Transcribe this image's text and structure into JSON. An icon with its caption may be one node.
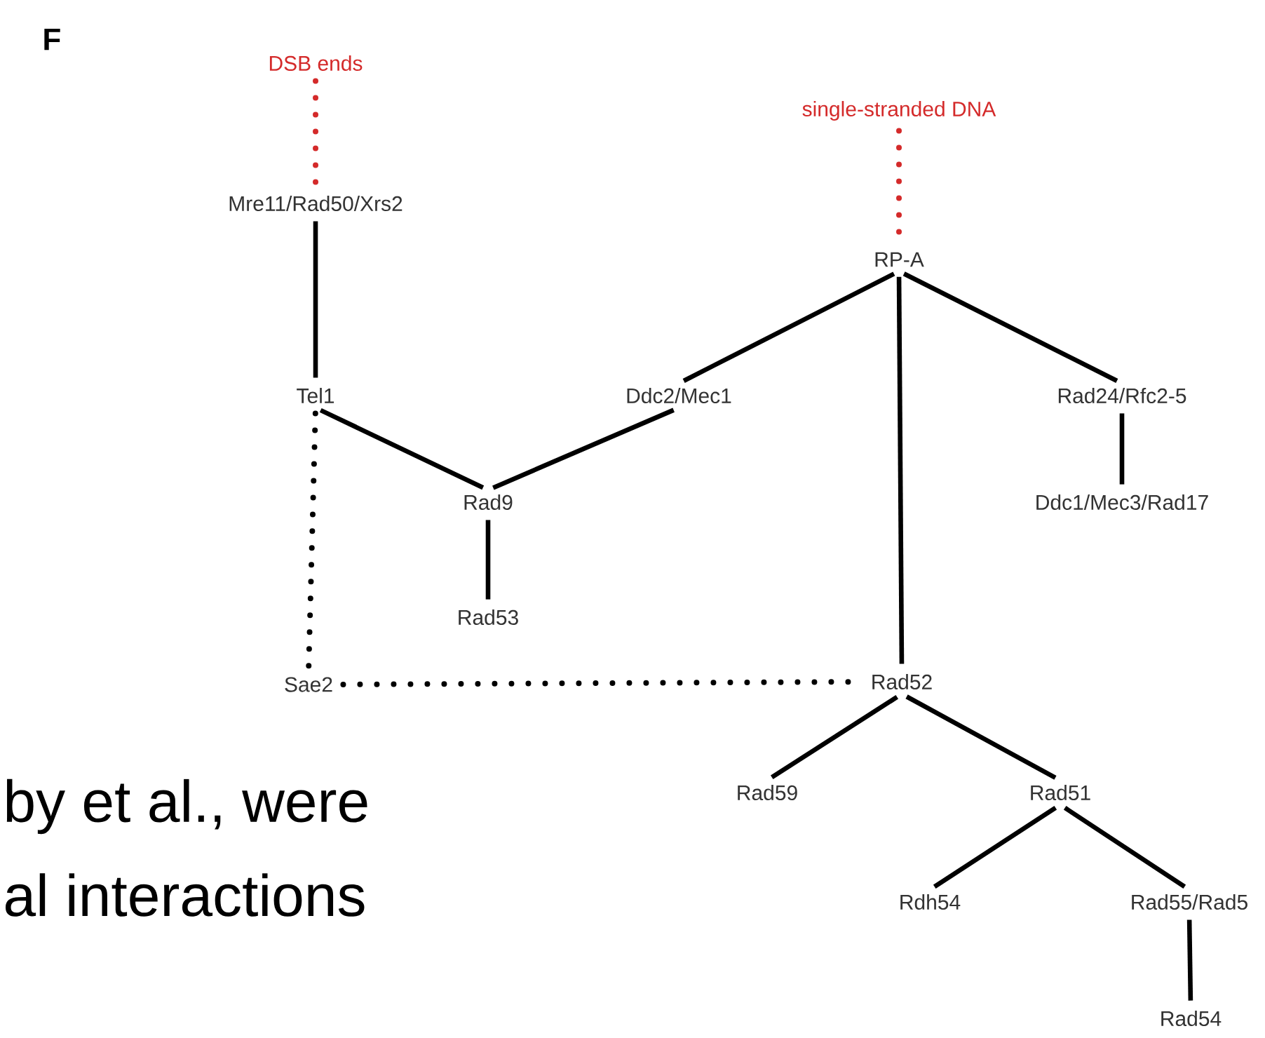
{
  "diagram": {
    "nodes": [
      {
        "text": [
          "DSB ends"
        ]
      },
      {
        "text": [
          "single-stranded DNA"
        ]
      },
      {
        "text": [
          "Mre11/Rad50/Xrs2"
        ]
      },
      {
        "text": [
          "RP-A"
        ]
      },
      {
        "text": [
          "Tel1"
        ]
      },
      {
        "text": [
          "Ddc2/Mec1"
        ]
      },
      {
        "text": [
          "Rad24/Rfc2-5"
        ]
      },
      {
        "text": [
          "Rad9"
        ]
      },
      {
        "text": [
          "Ddc1/Mec3/Rad17"
        ]
      },
      {
        "text": [
          "Rad53"
        ]
      },
      {
        "text": [
          "Sae2"
        ]
      },
      {
        "text": [
          "Rad52"
        ]
      },
      {
        "text": [
          "Rad59"
        ]
      },
      {
        "text": [
          "Rad51"
        ]
      },
      {
        "text": [
          "Rdh54"
        ]
      },
      {
        "text": [
          "Rad55/Rad5"
        ]
      },
      {
        "text": [
          "Rad54"
        ]
      }
    ],
    "edges": [
      {
        "from": 0,
        "to": 2,
        "arrow": "none",
        "style": "dashed",
        "color": "#d42a2a"
      },
      {
        "from": 1,
        "to": 3,
        "arrow": "none",
        "style": "dashed",
        "color": "#d42a2a"
      },
      {
        "from": 2,
        "to": 4,
        "arrow": "none"
      },
      {
        "from": 3,
        "to": 5,
        "arrow": "none"
      },
      {
        "from": 3,
        "to": 11,
        "arrow": "none"
      },
      {
        "from": 3,
        "to": 6,
        "arrow": "none"
      },
      {
        "from": 4,
        "to": 7,
        "arrow": "none"
      },
      {
        "from": 5,
        "to": 7,
        "arrow": "none"
      },
      {
        "from": 7,
        "to": 9,
        "arrow": "none"
      },
      {
        "from": 6,
        "to": 8,
        "arrow": "none"
      },
      {
        "from": 4,
        "to": 10,
        "arrow": "none",
        "style": "dashed"
      },
      {
        "from": 10,
        "to": 11,
        "arrow": "none",
        "style": "dashed"
      },
      {
        "from": 11,
        "to": 12,
        "arrow": "none"
      },
      {
        "from": 11,
        "to": 13,
        "arrow": "none"
      },
      {
        "from": 13,
        "to": 14,
        "arrow": "none"
      },
      {
        "from": 13,
        "to": 15,
        "arrow": "none"
      },
      {
        "from": 15,
        "to": 16,
        "arrow": "none"
      }
    ],
    "labels": [
      "F",
      "by et al., were",
      "al interactions"
    ]
  }
}
